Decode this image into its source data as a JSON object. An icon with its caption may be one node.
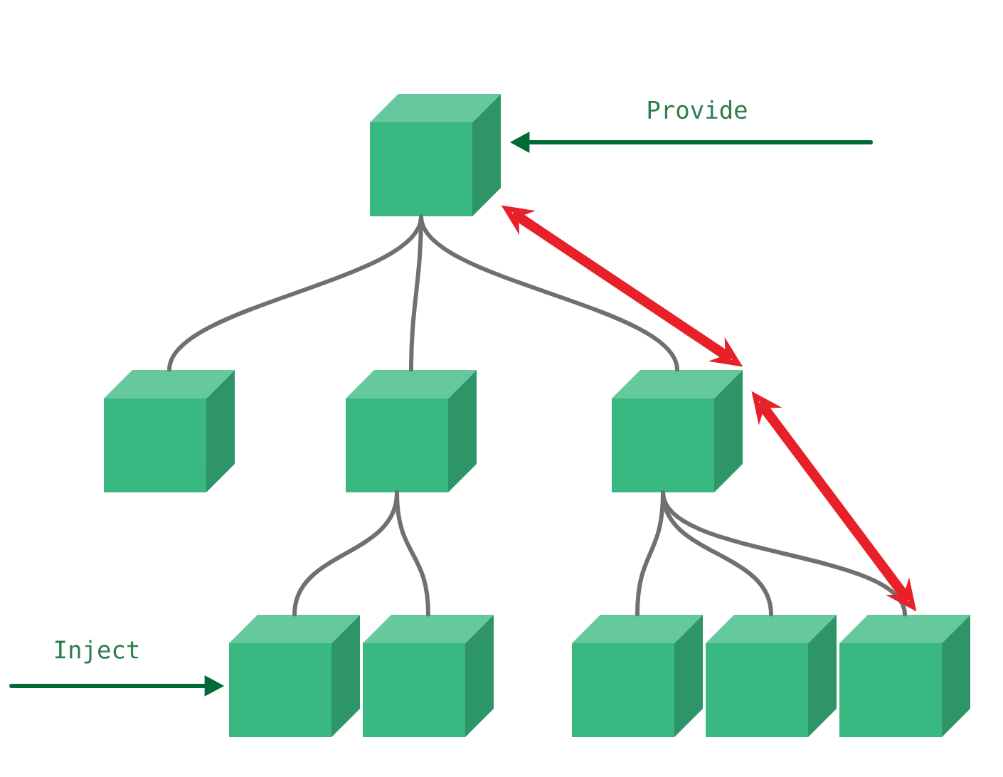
{
  "diagram": {
    "nodes": [
      {
        "text": [],
        "shape": "box"
      },
      {
        "text": [],
        "shape": "box"
      },
      {
        "text": [],
        "shape": "box"
      },
      {
        "text": [],
        "shape": "box"
      },
      {
        "text": [],
        "shape": "box"
      },
      {
        "text": [],
        "shape": "box"
      },
      {
        "text": [],
        "shape": "box"
      },
      {
        "text": [],
        "shape": "box"
      },
      {
        "text": [],
        "shape": "box"
      }
    ],
    "edges": [
      {
        "from": 0,
        "to": 1,
        "arrow": "none"
      },
      {
        "from": 0,
        "to": 2,
        "arrow": "none"
      },
      {
        "from": 0,
        "to": 3,
        "arrow": "none"
      },
      {
        "from": 2,
        "to": 4,
        "arrow": "none"
      },
      {
        "from": 2,
        "to": 5,
        "arrow": "none"
      },
      {
        "from": 3,
        "to": 6,
        "arrow": "none"
      },
      {
        "from": 3,
        "to": 7,
        "arrow": "none"
      },
      {
        "from": 3,
        "to": 8,
        "arrow": "none"
      },
      {
        "from": null,
        "to": 0,
        "arrow": "to",
        "label": "Provide",
        "color": "#006b35"
      },
      {
        "from": null,
        "to": 4,
        "arrow": "to",
        "label": "Inject",
        "color": "#006b35"
      },
      {
        "from": 0,
        "to": 3,
        "arrow": "both",
        "style": "thick",
        "color": "#e8202a"
      },
      {
        "from": 3,
        "to": 8,
        "arrow": "both",
        "style": "thick",
        "color": "#e8202a"
      }
    ]
  }
}
